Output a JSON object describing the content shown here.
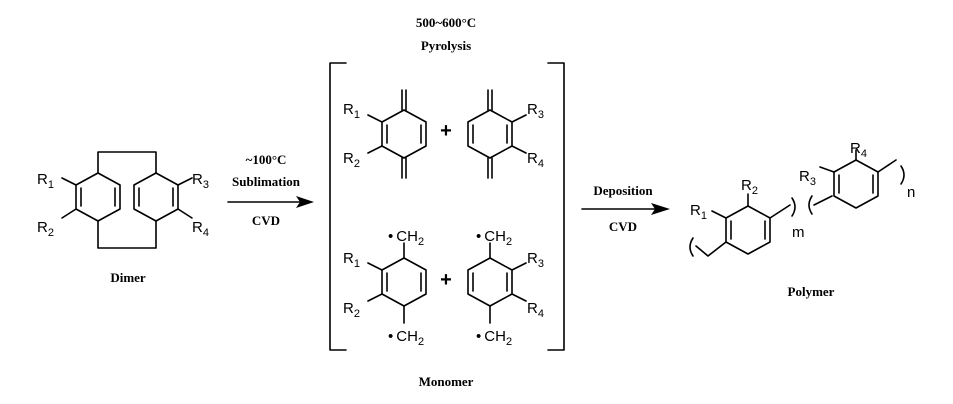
{
  "labels": {
    "temp_pyrolysis": "500~600°C",
    "pyrolysis": "Pyrolysis",
    "temp_sublimation": "~100°C",
    "sublimation": "Sublimation",
    "cvd_1": "CVD",
    "deposition": "Deposition",
    "cvd_2": "CVD",
    "dimer": "Dimer",
    "monomer": "Monomer",
    "polymer": "Polymer",
    "plus": "+",
    "repeat_m": "m",
    "repeat_n": "n"
  },
  "atoms": {
    "R": "R",
    "ch2": "CH",
    "radical": "•",
    "sub_1": "1",
    "sub_2": "2",
    "sub_3": "3",
    "sub_4": "4"
  },
  "colors": {
    "ink": "#000000",
    "background": "#ffffff"
  }
}
